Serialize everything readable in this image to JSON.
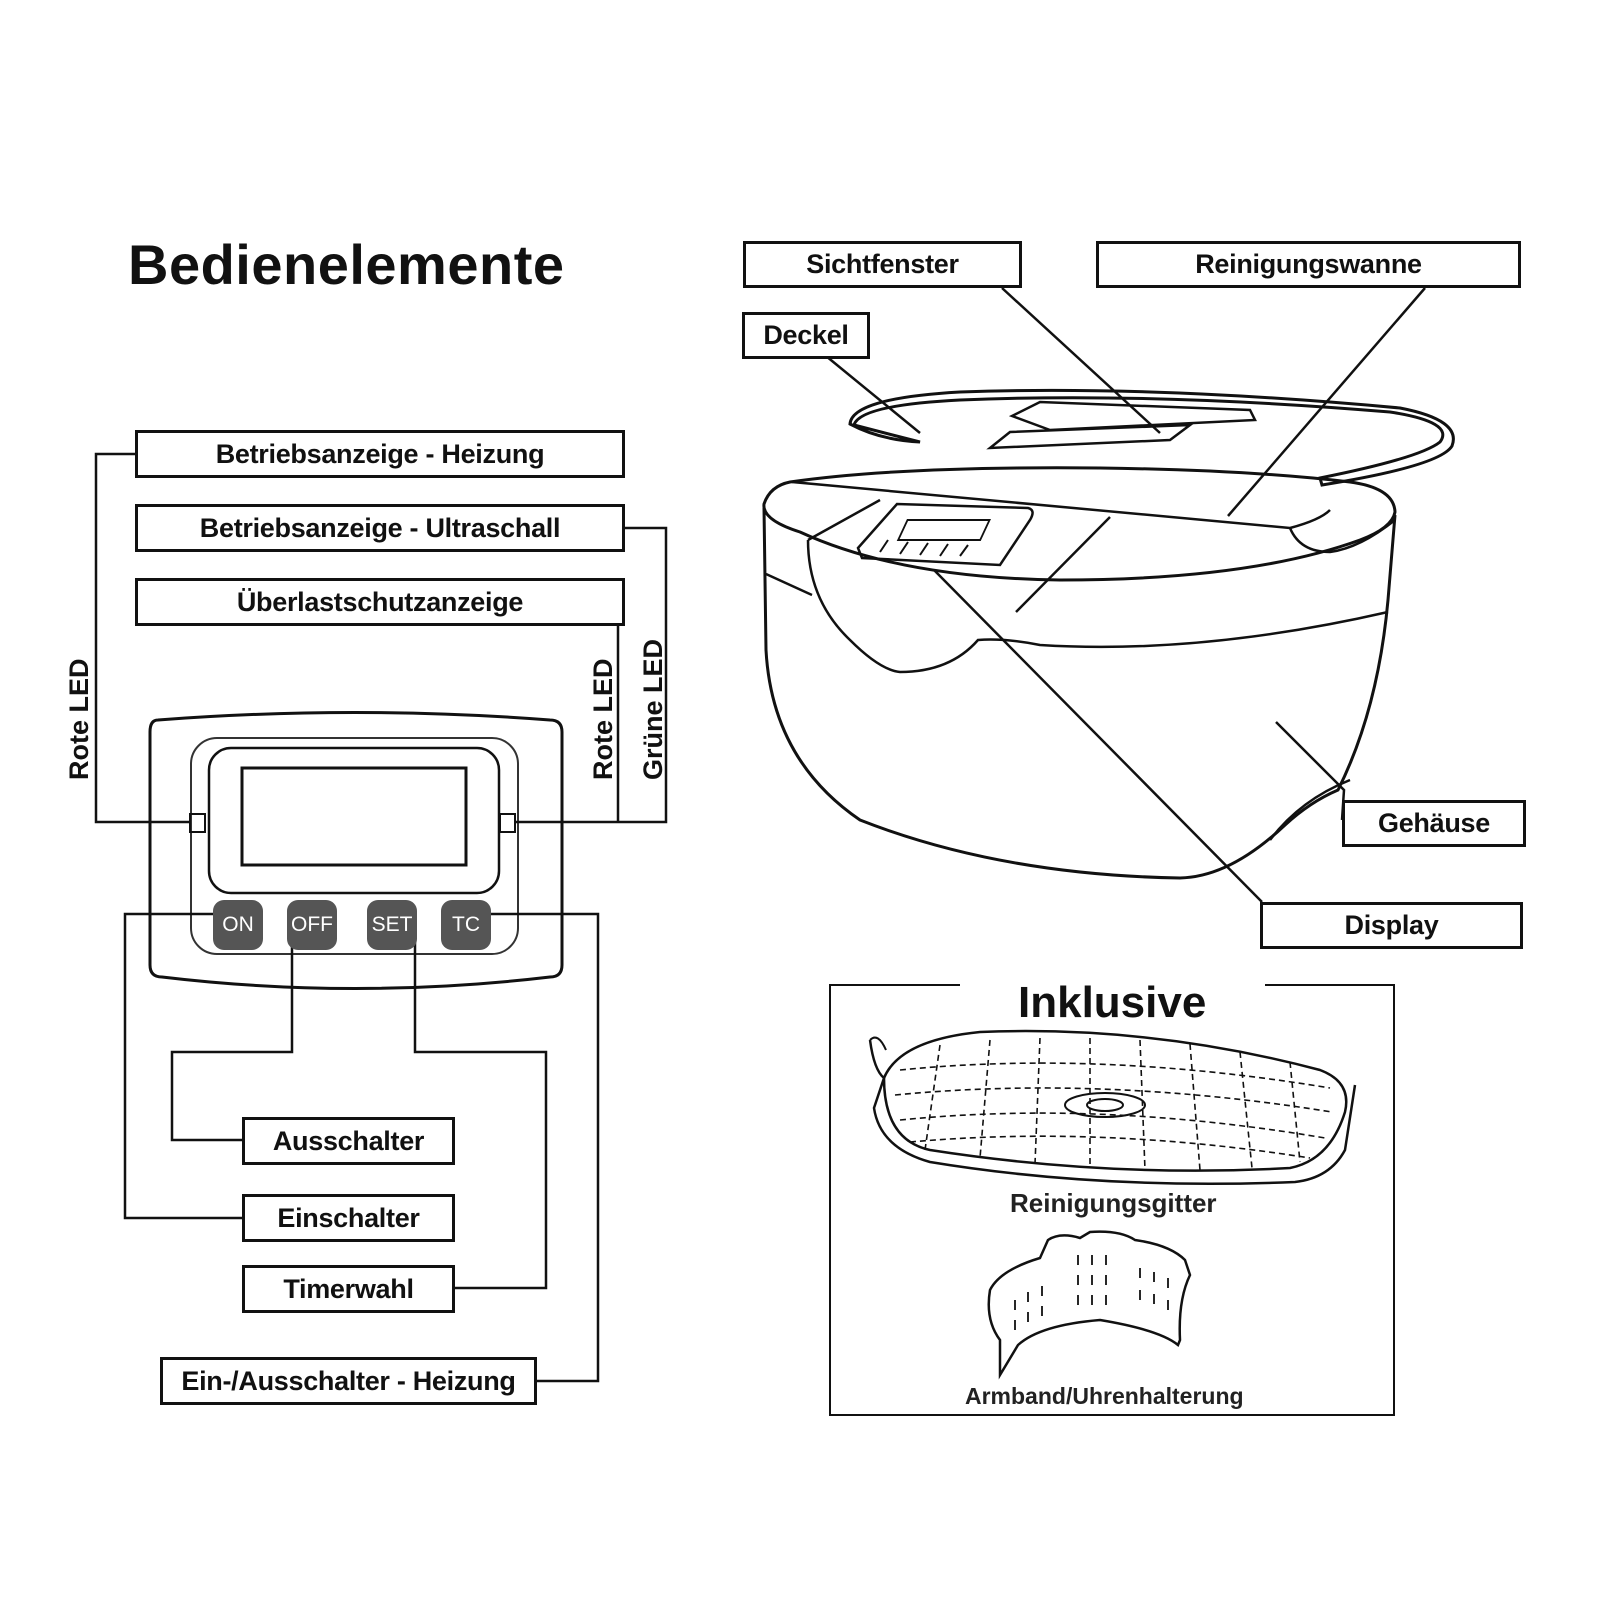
{
  "left_title": "Bedienelemente",
  "panel_labels": {
    "heizung": "Betriebsanzeige - Heizung",
    "ultraschall": "Betriebsanzeige - Ultraschall",
    "ueberlast": "Überlastschutzanzeige",
    "ausschalter": "Ausschalter",
    "einschalter": "Einschalter",
    "timerwahl": "Timerwahl",
    "heizung_schalter": "Ein-/Ausschalter - Heizung"
  },
  "led_labels": {
    "rote_led_left": "Rote LED",
    "rote_led_right": "Rote LED",
    "gruene_led": "Grüne LED"
  },
  "buttons": {
    "on": "ON",
    "off": "OFF",
    "set": "SET",
    "tc": "TC"
  },
  "device_labels": {
    "sichtfenster": "Sichtfenster",
    "reinigungswanne": "Reinigungswanne",
    "deckel": "Deckel",
    "gehaeuse": "Gehäuse",
    "display": "Display"
  },
  "inklusive": {
    "title": "Inklusive",
    "items": [
      "Reinigungsgitter",
      "Armband/Uhrenhalterung"
    ]
  }
}
